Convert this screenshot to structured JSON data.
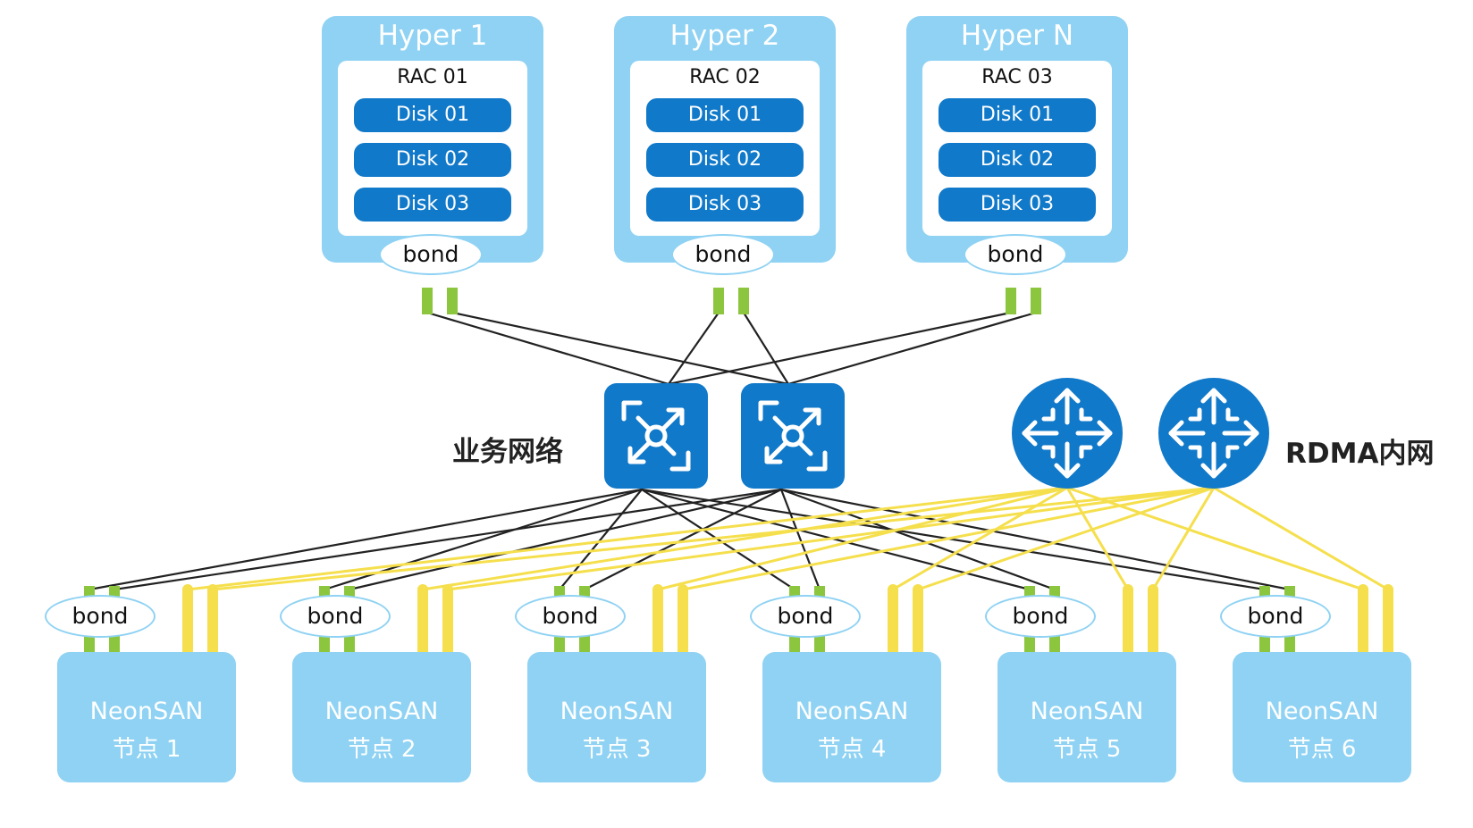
{
  "hypers": [
    {
      "title": "Hyper 1",
      "rac": "RAC 01",
      "disks": [
        "Disk 01",
        "Disk 02",
        "Disk 03"
      ],
      "bond": "bond"
    },
    {
      "title": "Hyper 2",
      "rac": "RAC 02",
      "disks": [
        "Disk 01",
        "Disk 02",
        "Disk 03"
      ],
      "bond": "bond"
    },
    {
      "title": "Hyper N",
      "rac": "RAC 03",
      "disks": [
        "Disk 01",
        "Disk 02",
        "Disk 03"
      ],
      "bond": "bond"
    }
  ],
  "networks": {
    "business_label": "业务网络",
    "rdma_label": "RDMA内网"
  },
  "nodes": [
    {
      "name": "NeonSAN",
      "index": "节点 1",
      "bond": "bond"
    },
    {
      "name": "NeonSAN",
      "index": "节点 2",
      "bond": "bond"
    },
    {
      "name": "NeonSAN",
      "index": "节点 3",
      "bond": "bond"
    },
    {
      "name": "NeonSAN",
      "index": "节点 4",
      "bond": "bond"
    },
    {
      "name": "NeonSAN",
      "index": "节点 5",
      "bond": "bond"
    },
    {
      "name": "NeonSAN",
      "index": "节点 6",
      "bond": "bond"
    }
  ],
  "colors": {
    "host_fill": "#8fd2f3",
    "disk_fill": "#1179c9",
    "switch_fill": "#1179c9",
    "business_link": "#222222",
    "rdma_link": "#f5df4d",
    "port_green": "#8cc63f"
  }
}
